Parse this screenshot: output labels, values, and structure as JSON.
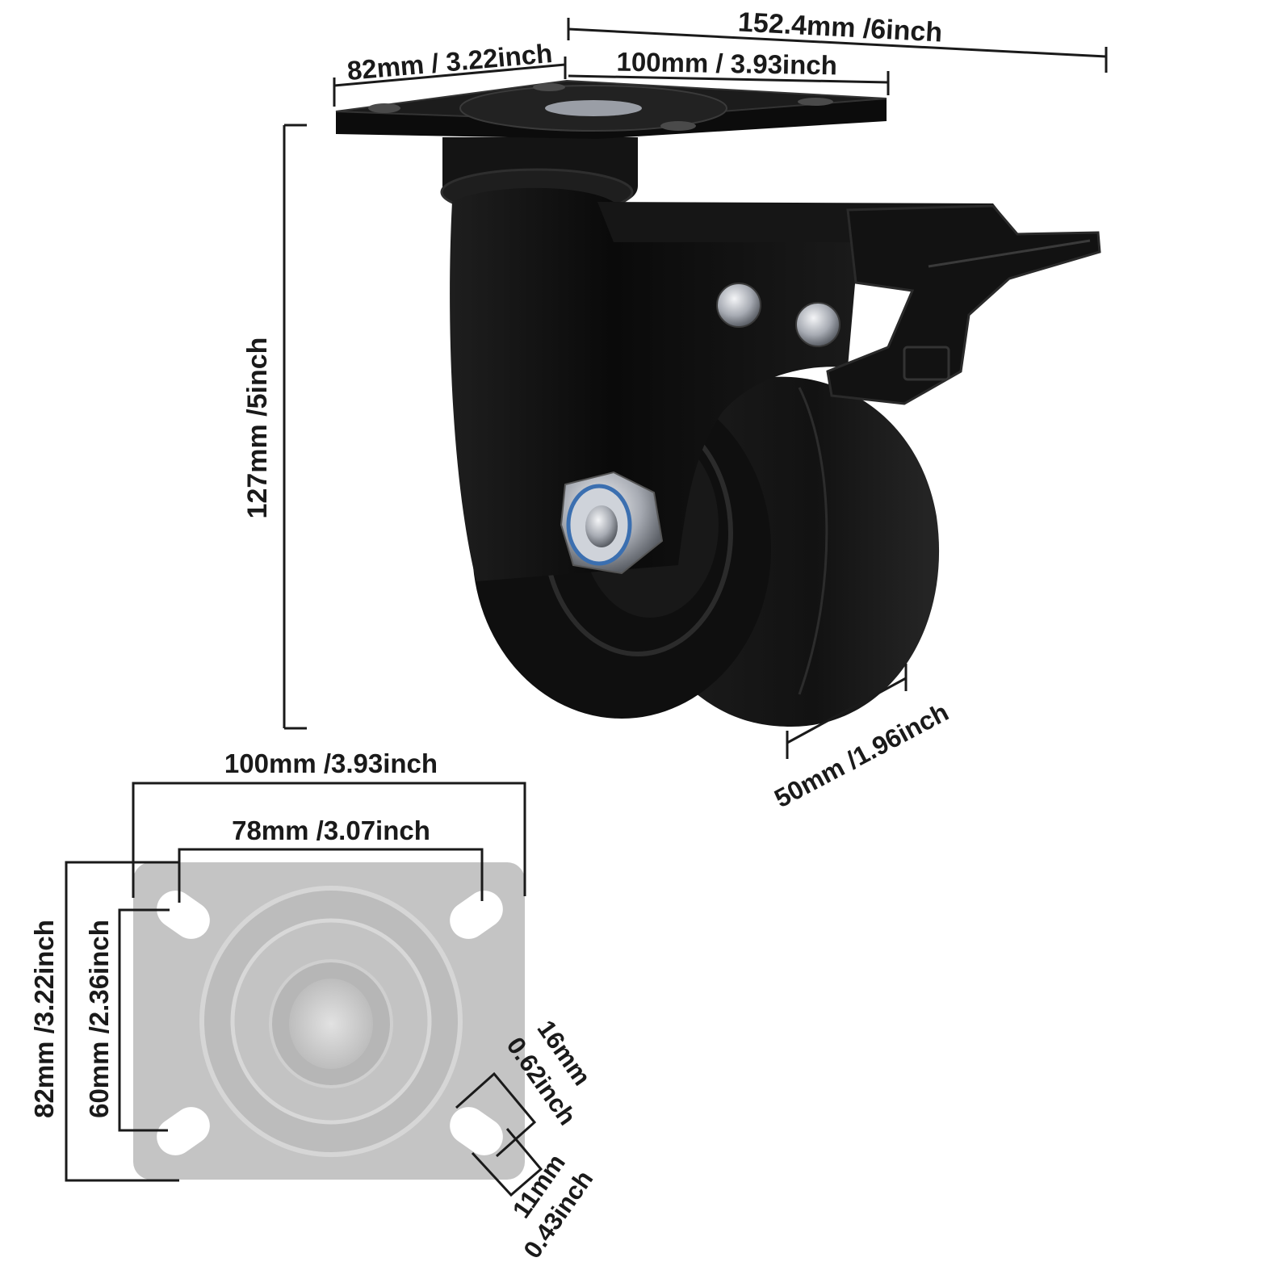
{
  "dimensions": {
    "total_length": "152.4mm /6inch",
    "plate_depth_top": "82mm / 3.22inch",
    "plate_width_top": "100mm / 3.93inch",
    "height": "127mm /5inch",
    "wheel_width": "50mm /1.96inch",
    "plate_width_bottom": "100mm /3.93inch",
    "hole_spacing_x": "78mm /3.07inch",
    "plate_depth_bottom": "82mm /3.22inch",
    "hole_spacing_y": "60mm /2.36inch",
    "slot_length_mm": "16mm",
    "slot_length_inch": "0.62inch",
    "slot_width_mm": "11mm",
    "slot_width_inch": "0.43inch"
  },
  "colors": {
    "caster_body": "#0d0d0d",
    "wheel": "#141414",
    "plate_diagram": "#c4c4c4",
    "dimension_line": "#1a1a1a",
    "metal": "#b8bcc4"
  }
}
